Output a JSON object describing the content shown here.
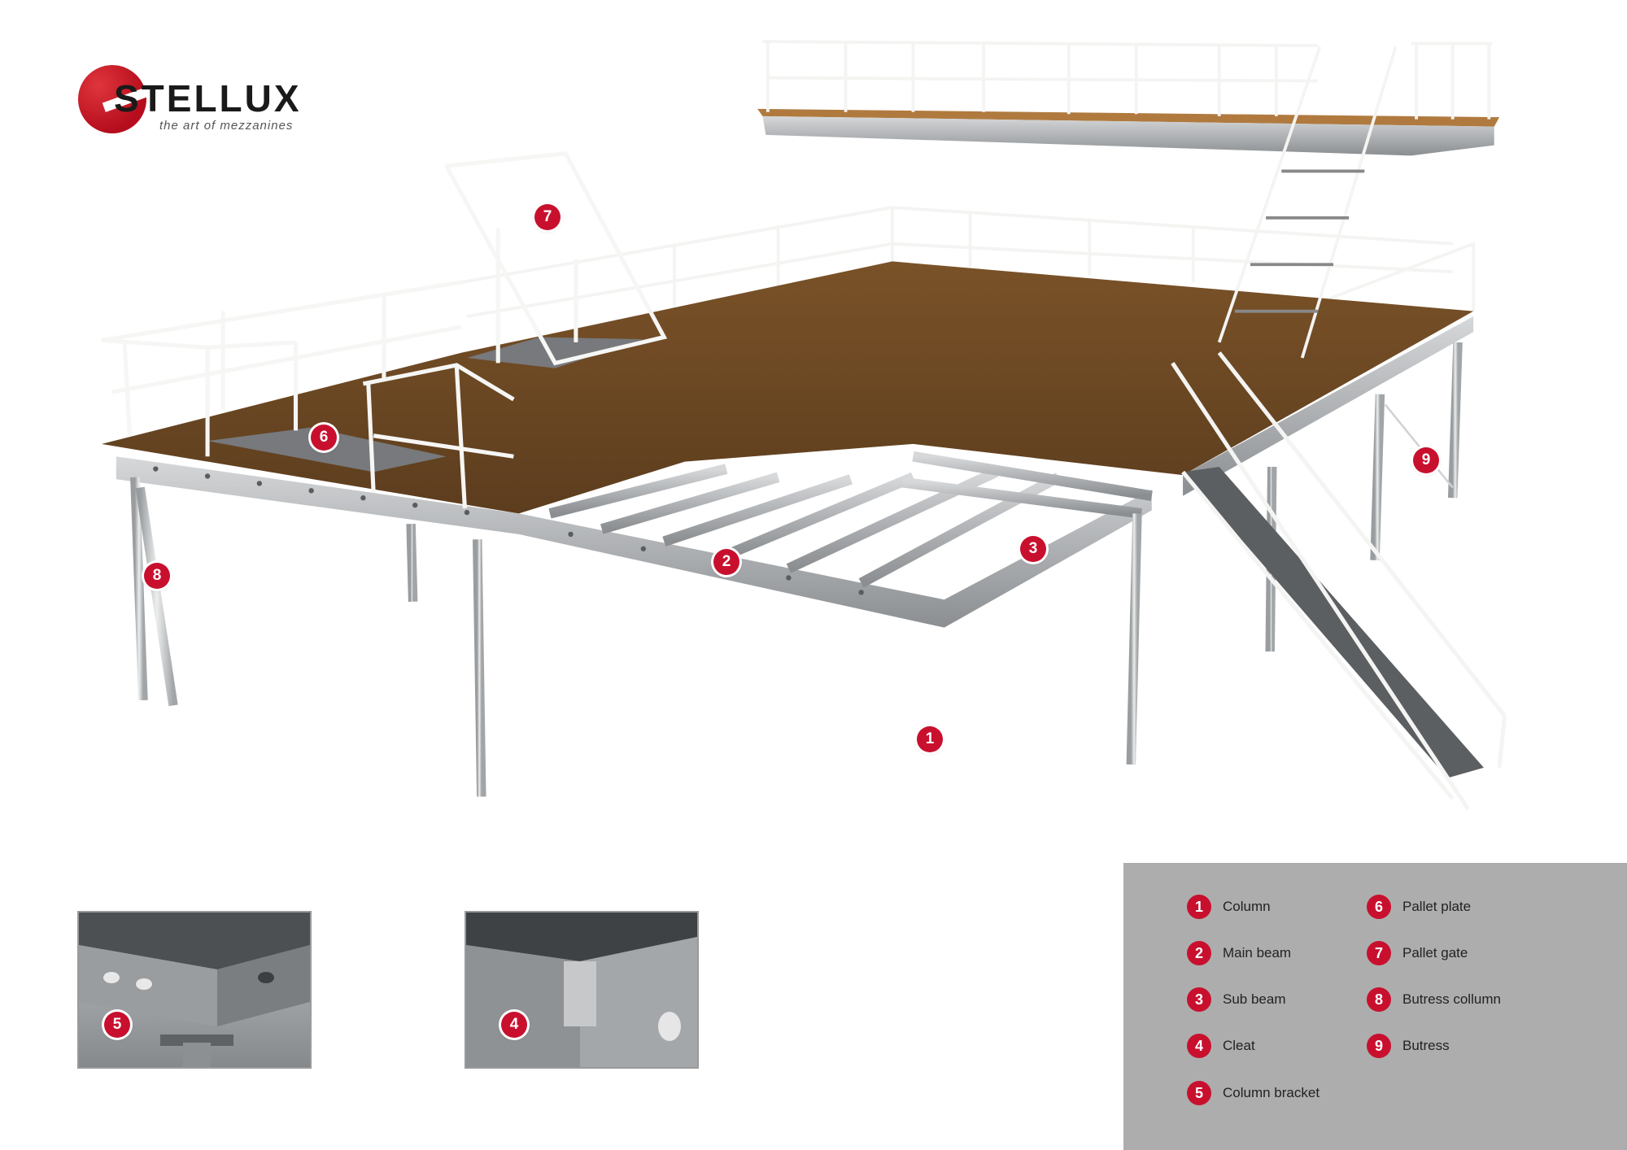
{
  "brand": {
    "name": "STELLUX",
    "tagline": "the art of mezzanines"
  },
  "colors": {
    "accent": "#c8102e",
    "deck": "#6e4a26",
    "steel": "#a8abae",
    "legend_bg": "#adadae"
  },
  "markers": [
    {
      "num": "1",
      "part": "Column"
    },
    {
      "num": "2",
      "part": "Main beam"
    },
    {
      "num": "3",
      "part": "Sub beam"
    },
    {
      "num": "4",
      "part": "Cleat"
    },
    {
      "num": "5",
      "part": "Column bracket"
    },
    {
      "num": "6",
      "part": "Pallet plate"
    },
    {
      "num": "7",
      "part": "Pallet gate"
    },
    {
      "num": "8",
      "part": "Butress collumn"
    },
    {
      "num": "9",
      "part": "Butress"
    }
  ],
  "legend": {
    "items": [
      {
        "num": "1",
        "label": "Column"
      },
      {
        "num": "2",
        "label": "Main beam"
      },
      {
        "num": "3",
        "label": "Sub beam"
      },
      {
        "num": "4",
        "label": "Cleat"
      },
      {
        "num": "5",
        "label": "Column bracket"
      },
      {
        "num": "6",
        "label": "Pallet plate"
      },
      {
        "num": "7",
        "label": "Pallet gate"
      },
      {
        "num": "8",
        "label": "Butress collumn"
      },
      {
        "num": "9",
        "label": "Butress"
      }
    ]
  }
}
